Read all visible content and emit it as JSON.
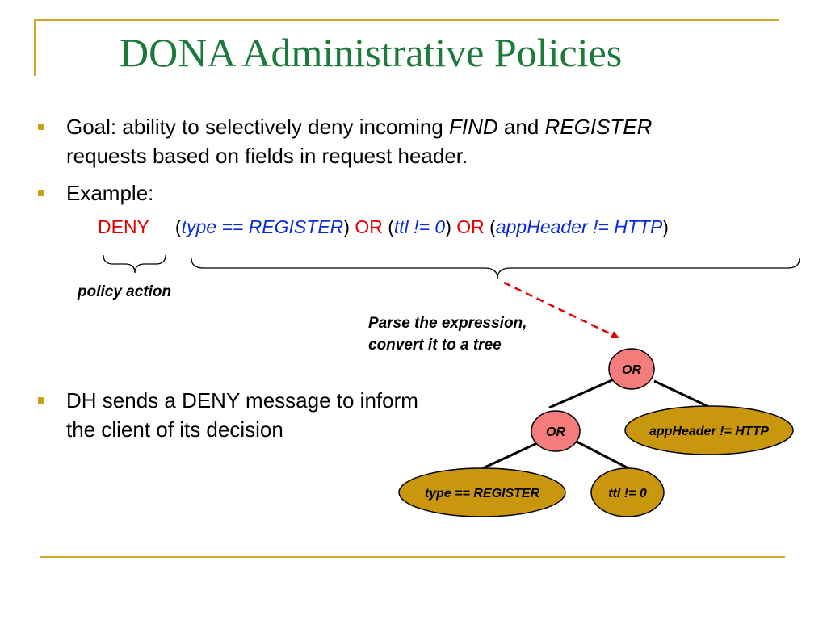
{
  "title": "DONA Administrative Policies",
  "bullets": [
    {
      "pre": "Goal: ability to selectively deny incoming ",
      "em1": "FIND",
      "mid": " and ",
      "em2": "REGISTER",
      "line2": "requests based on fields in request header."
    },
    {
      "text": "Example:"
    },
    {
      "line1": "DH sends a DENY message to inform",
      "line2": "the client of its decision"
    }
  ],
  "expression": {
    "action": "DENY",
    "open": "(",
    "close": ")",
    "op": "OR",
    "cond1": "type == REGISTER",
    "cond2": "ttl != 0",
    "cond3": "appHeader != HTTP"
  },
  "annotations": {
    "policy_action": "policy action",
    "parse_line1": "Parse the expression,",
    "parse_line2": "convert it to a tree"
  },
  "tree": {
    "root": "OR",
    "inner": "OR",
    "leaf_app": "appHeader != HTTP",
    "leaf_type": "type == REGISTER",
    "leaf_ttl": "ttl != 0"
  },
  "colors": {
    "title": "#1c7a3a",
    "rule": "#d4a92a",
    "bullet": "#c9a21c",
    "action_red": "#e00000",
    "condition_blue": "#0a2bd8",
    "or_node_fill": "#f47c7c",
    "leaf_node_fill": "#c9970e"
  }
}
